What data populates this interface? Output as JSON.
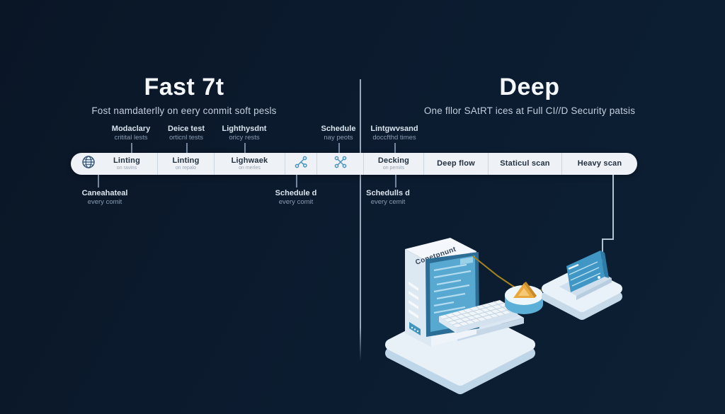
{
  "header": {
    "left_title": "Fast 7t",
    "left_subtitle": "Fost namdaterlly on eery conmit soft pesls",
    "right_title": "Deep",
    "right_subtitle": "One fllor SAtRT ices at Full CI//D Security patsis"
  },
  "above_labels": [
    {
      "line1": "Modaclary",
      "line2": "critital lests"
    },
    {
      "line1": "Deice test",
      "line2": "orticnl tests"
    },
    {
      "line1": "Lighthysdnt",
      "line2": "oricy rests"
    },
    {
      "line1": "Schedule",
      "line2": "nay peots"
    },
    {
      "line1": "Lintgwvsand",
      "line2": "doccfthd times"
    }
  ],
  "below_labels": [
    {
      "line1": "Caneahateal",
      "line2": "every comit"
    },
    {
      "line1": "Schedule d",
      "line2": "every comit"
    },
    {
      "line1": "Schedulls d",
      "line2": "every cemit"
    }
  ],
  "bar": {
    "segments": [
      {
        "icon": "globe-icon",
        "label": "Linting",
        "sublabel": "on ravins"
      },
      {
        "label": "Linting",
        "sublabel": "on repalo"
      },
      {
        "label": "Lighwaek",
        "sublabel": "on merles"
      },
      {
        "icon": "git-branch-icon"
      },
      {
        "icon": "network-nodes-icon"
      },
      {
        "label": "Decking",
        "sublabel": "on pemits"
      },
      {
        "label": "Deep flow"
      },
      {
        "label": "Staticul scan"
      },
      {
        "label": "Heavy scan"
      }
    ]
  },
  "illustration": {
    "tower_text": "Conetpnunt",
    "warning_icon": "warning-triangle-icon"
  },
  "colors": {
    "background": "#0b1728",
    "bar_background": "#eef2f6",
    "accent_blue": "#57a9d2",
    "warning_orange": "#e9a83e",
    "connector_gold": "#a5841e",
    "connector_gray": "#b4c3d1",
    "divider_gray": "#aebdcd"
  }
}
